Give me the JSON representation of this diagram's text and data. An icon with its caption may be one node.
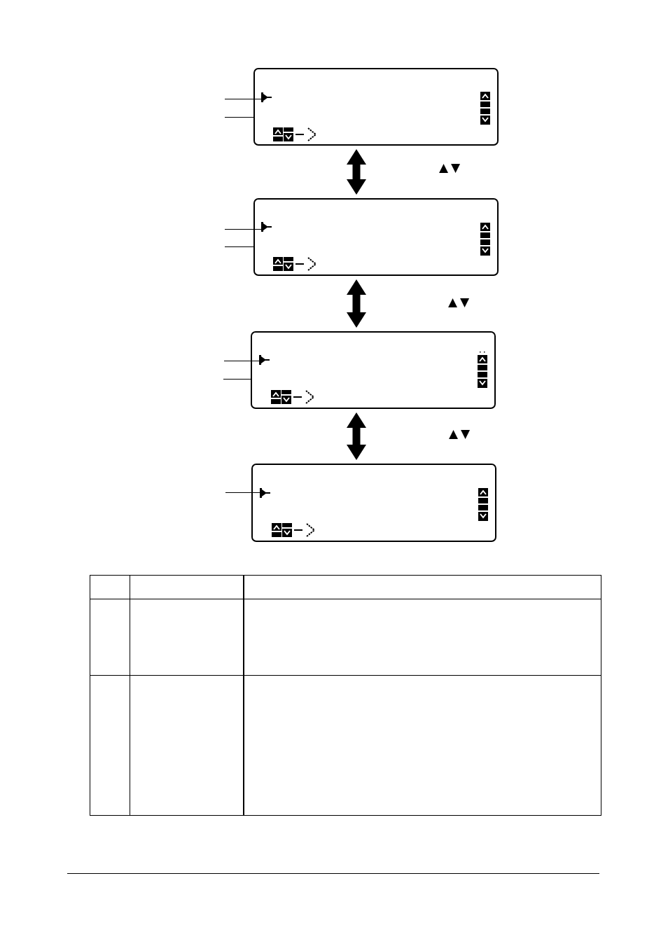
{
  "diagram": {
    "nodes": [
      {
        "text": [],
        "shape": "box"
      },
      {
        "text": [],
        "shape": "picture",
        "in": 0
      },
      {
        "text": [],
        "shape": "box"
      },
      {
        "text": [],
        "shape": "picture",
        "in": 2
      },
      {
        "text": [],
        "shape": "box"
      },
      {
        "text": [],
        "shape": "picture",
        "in": 4
      },
      {
        "text": [],
        "shape": "box"
      },
      {
        "text": [],
        "shape": "picture",
        "in": 6
      }
    ],
    "edges": [
      {
        "from": null,
        "to": 1,
        "arrow": "none"
      },
      {
        "from": null,
        "to": 0,
        "arrow": "none"
      },
      {
        "from": 0,
        "to": 2,
        "arrow": "both",
        "style": "thick"
      },
      {
        "from": null,
        "to": 3,
        "arrow": "none"
      },
      {
        "from": null,
        "to": 2,
        "arrow": "none"
      },
      {
        "from": 2,
        "to": 4,
        "arrow": "both",
        "style": "thick"
      },
      {
        "from": null,
        "to": 5,
        "arrow": "none"
      },
      {
        "from": null,
        "to": 4,
        "arrow": "none"
      },
      {
        "from": 4,
        "to": 6,
        "arrow": "both",
        "style": "thick"
      },
      {
        "from": null,
        "to": 7,
        "arrow": "none"
      }
    ],
    "labels": [
      "▲▼",
      "▲▼",
      "▲▼"
    ]
  }
}
